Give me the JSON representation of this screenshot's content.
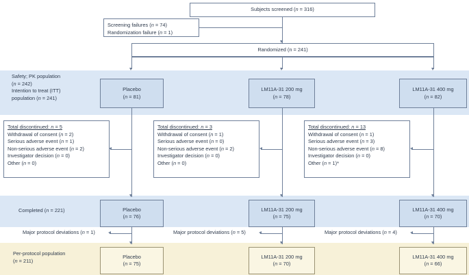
{
  "diagram": {
    "title_box": {
      "label": "Subjects screened (n = 316)"
    },
    "exclusions_box": {
      "line1": "Screening failures (n = 74)",
      "line2": "Randomization failure (n = 1)"
    },
    "randomized_box": {
      "label": "Randomized (n = 241)"
    },
    "safety_band": {
      "label_line1": "Safety; PK population",
      "label_line2": "(n = 242)",
      "label_line3": "Intention to treat (ITT)",
      "label_line4": "population (n = 241)",
      "arms": [
        {
          "name": "Placebo",
          "count": "(n = 81)"
        },
        {
          "name": "LM11A-31 200 mg",
          "count": "(n = 78)"
        },
        {
          "name": "LM11A-31 400 mg",
          "count": "(n = 82)"
        }
      ]
    },
    "discontinued": [
      {
        "header": "Total discontinued: n = 5",
        "rows": [
          "Withdrawal of consent (n = 2)",
          "Serious adverse event (n = 1)",
          "Non-serious adverse event (n = 2)",
          "Investigator decision (n = 0)",
          "Other (n = 0)"
        ]
      },
      {
        "header": "Total discontinued: n = 3",
        "rows": [
          "Withdrawal of consent (n = 1)",
          "Serious adverse event (n = 0)",
          "Non-serious adverse event (n = 2)",
          "Investigator decision (n = 0)",
          "Other (n = 0)"
        ]
      },
      {
        "header": "Total discontinued: n = 13",
        "rows": [
          "Withdrawal of consent (n = 1)",
          "Serious adverse event (n = 3)",
          "Non-serious adverse event (n = 8)",
          "Investigator decision (n = 0)",
          "Other (n = 1)*"
        ]
      }
    ],
    "completed_band": {
      "label": "Completed (n = 221)",
      "arms": [
        {
          "name": "Placebo",
          "count": "(n = 76)"
        },
        {
          "name": "LM11A-31 200 mg",
          "count": "(n = 75)"
        },
        {
          "name": "LM11A-31 400 mg",
          "count": "(n = 70)"
        }
      ]
    },
    "deviations": [
      "Major protocol deviations (n = 1)",
      "Major protocol deviations (n = 5)",
      "Major protocol deviations (n = 4)"
    ],
    "per_protocol_band": {
      "label_line1": "Per-protocol population",
      "label_line2": "(n = 211)",
      "arms": [
        {
          "name": "Placebo",
          "count": "(n = 75)"
        },
        {
          "name": "LM11A-31 200 mg",
          "count": "(n = 70)"
        },
        {
          "name": "LM11A-31 400 mg",
          "count": "(n = 66)"
        }
      ]
    },
    "colors": {
      "band_blue": "#dbe7f5",
      "band_cream": "#f7f1d8",
      "box_blue": "#cfdeef",
      "box_cream": "#faf6e3",
      "stroke": "#6e7f99",
      "text": "#2f3b4d"
    }
  }
}
